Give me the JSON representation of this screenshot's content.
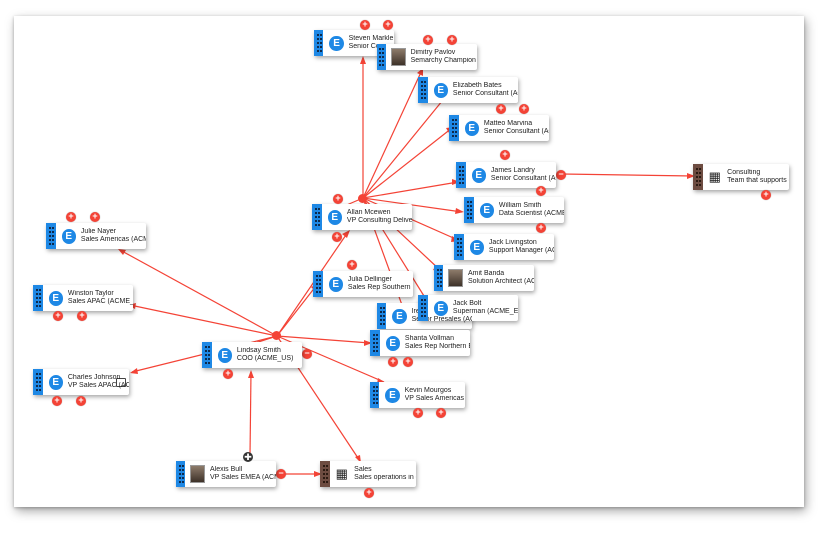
{
  "colors": {
    "employee_bar": "#1e88e5",
    "org_bar": "#6d4c41",
    "edge": "#f44336",
    "button": "#f44336"
  },
  "nodes": [
    {
      "id": "steven",
      "name": "Steven Markle",
      "title": "Senior Con",
      "avatar": "E"
    },
    {
      "id": "dimitry",
      "name": "Dimitry Pavlov",
      "title": "Semarchy Champion",
      "avatar": "photo"
    },
    {
      "id": "elizabeth",
      "name": "Elizabeth Bates",
      "title": "Senior Consultant (AC",
      "avatar": "E"
    },
    {
      "id": "matteo",
      "name": "Matteo Marvina",
      "title": "Senior Consultant (AC",
      "avatar": "E"
    },
    {
      "id": "james",
      "name": "James Landry",
      "title": "Senior Consultant (AC",
      "avatar": "E"
    },
    {
      "id": "william",
      "name": "William Smith",
      "title": "Data Scientist (ACME_",
      "avatar": "E"
    },
    {
      "id": "allan",
      "name": "Allan Mcewen",
      "title": "VP Consulting Deliver",
      "avatar": "E"
    },
    {
      "id": "jack",
      "name": "Jack Livingston",
      "title": "Support Manager (AC",
      "avatar": "E"
    },
    {
      "id": "amit",
      "name": "Amit Banda",
      "title": "Solution Architect (AC",
      "avatar": "photo"
    },
    {
      "id": "julie_d",
      "name": "Julia Dellinger",
      "title": "Sales Rep Southern E",
      "avatar": "E"
    },
    {
      "id": "jackbolt",
      "name": "Jack Bolt",
      "title": "Superman (ACME_EU",
      "avatar": "E"
    },
    {
      "id": "irene",
      "name": "Iren",
      "title": "Senior Presales (AC",
      "avatar": "E"
    },
    {
      "id": "shanta",
      "name": "Shanta Vollman",
      "title": "Sales Rep Northern E",
      "avatar": "E"
    },
    {
      "id": "julie_n",
      "name": "Julie Nayer",
      "title": "Sales Americas (ACM",
      "avatar": "E"
    },
    {
      "id": "winston",
      "name": "Winston Taylor",
      "title": "Sales APAC (ACME_A",
      "avatar": "E"
    },
    {
      "id": "lindsay",
      "name": "Lindsay Smith",
      "title": "COO (ACME_US)",
      "avatar": "E"
    },
    {
      "id": "charles",
      "name": "Charles Johnson",
      "title": "VP Sales APAC (ACM",
      "avatar": "E"
    },
    {
      "id": "kevin",
      "name": "Kevin Mourgos",
      "title": "VP Sales Americas (A",
      "avatar": "E"
    },
    {
      "id": "alexis",
      "name": "Alexis Bull",
      "title": "VP Sales EMEA (ACM",
      "avatar": "photo"
    },
    {
      "id": "sales",
      "name": "Sales",
      "title": "Sales operations in cr",
      "avatar": "building"
    },
    {
      "id": "consulting",
      "name": "Consulting",
      "title": "Team that supports c",
      "avatar": "building"
    }
  ],
  "expand_symbol": "+",
  "collapse_symbol": "−",
  "grab_symbol": "✚"
}
